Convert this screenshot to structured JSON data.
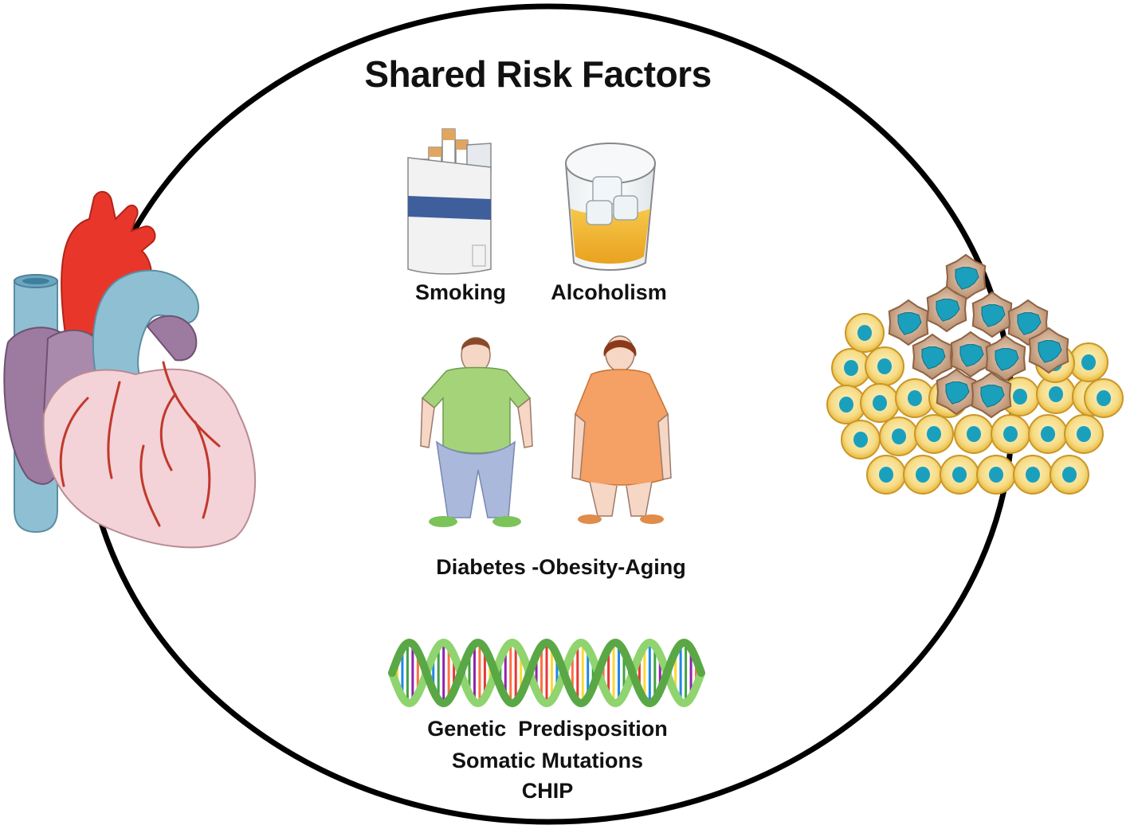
{
  "title": "Shared Risk Factors",
  "factors": {
    "smoking": "Smoking",
    "alcoholism": "Alcoholism",
    "metabolic": "Diabetes -Obesity-Aging",
    "genetic_line1": "Genetic  Predisposition",
    "genetic_line2": "Somatic Mutations",
    "genetic_line3": "CHIP"
  },
  "icons": {
    "left": "heart-icon",
    "right": "tumor-cells-icon",
    "smoking": "cigarette-pack-icon",
    "alcohol": "whiskey-glass-icon",
    "obesity_male": "obese-man-icon",
    "obesity_female": "obese-woman-icon",
    "genetic": "dna-helix-icon"
  },
  "colors": {
    "circle_outline": "#000000",
    "aorta_red": "#e8372a",
    "vessel_blue": "#8fbfd3",
    "heart_pink": "#f3d2d8",
    "heart_purple": "#a27ea3",
    "coronary_red": "#c0392b",
    "cell_yellow": "#f2c74a",
    "cell_nucleus": "#1aa0bd",
    "tumor_brown": "#caa080",
    "dna_green": "#7ec462"
  }
}
